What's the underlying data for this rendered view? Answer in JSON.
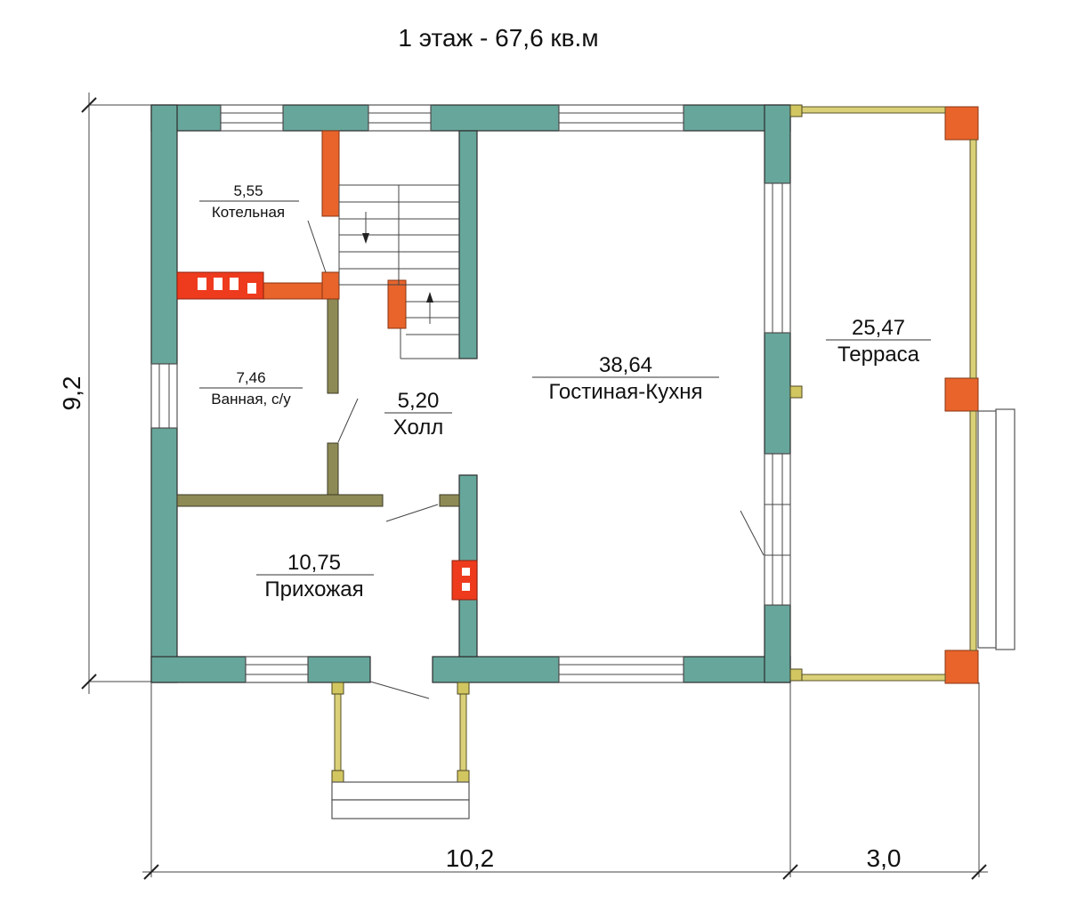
{
  "title": "1 этаж - 67,6 кв.м",
  "rooms": {
    "kotelnaya": {
      "area": "5,55",
      "name": "Котельная"
    },
    "vannaya": {
      "area": "7,46",
      "name": "Ванная, с/у"
    },
    "holl": {
      "area": "5,20",
      "name": "Холл"
    },
    "gostinaya": {
      "area": "38,64",
      "name": "Гостиная-Кухня"
    },
    "prihozhaya": {
      "area": "10,75",
      "name": "Прихожая"
    },
    "terrasa": {
      "area": "25,47",
      "name": "Терраса"
    }
  },
  "dimensions": {
    "height": "9,2",
    "width_house": "10,2",
    "width_terrace": "3,0"
  },
  "colors": {
    "outer_wall": "#67a69b",
    "inner_wall": "#8e8a55",
    "brick": "#e8642b",
    "chimney": "#ee3b1d",
    "terrace_frame": "#d2c661"
  }
}
